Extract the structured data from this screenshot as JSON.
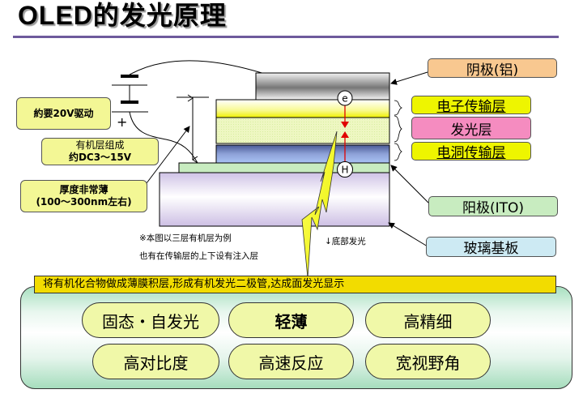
{
  "title": "OLED的发光原理",
  "callouts": {
    "drive_voltage": "約要20V驱动",
    "organic_voltage_line1": "有机层组成",
    "organic_voltage_line2": "约DC3～15V",
    "thickness_line1": "厚度非常薄",
    "thickness_line2": "(100～300nm左右)"
  },
  "battery": {
    "plus_sign": "+"
  },
  "carriers": {
    "electron": "e",
    "hole": "H"
  },
  "layer_labels": {
    "cathode": "阴极(铝)",
    "electron_transport": "电子传输层",
    "emissive": "发光层",
    "hole_transport": "电洞传输层",
    "anode": "阳极(ITO)",
    "substrate": "玻璃基板"
  },
  "notes": {
    "note1": "※本图以三层有机层为例",
    "note2": "也有在传输层的上下设有注入层",
    "bottom_emission": "↓底部发光"
  },
  "banner": "将有机化合物做成薄膜积层,形成有机发光二极管,达成面发光显示",
  "features": [
    "固态・自发光",
    "轻薄",
    "高精细",
    "高对比度",
    "高速反应",
    "宽视野角"
  ],
  "colors": {
    "title_rule": "#6e5a9c",
    "cathode_label": "#f8c890",
    "transport_label": "#eef500",
    "emissive_label": "#f58cc0",
    "anode_label": "#c8ecc0",
    "substrate_label": "#cdeaf3",
    "banner": "#f2dc00",
    "feature_pill": "#f0f8a8",
    "recombination_arrow": "#e00000"
  }
}
